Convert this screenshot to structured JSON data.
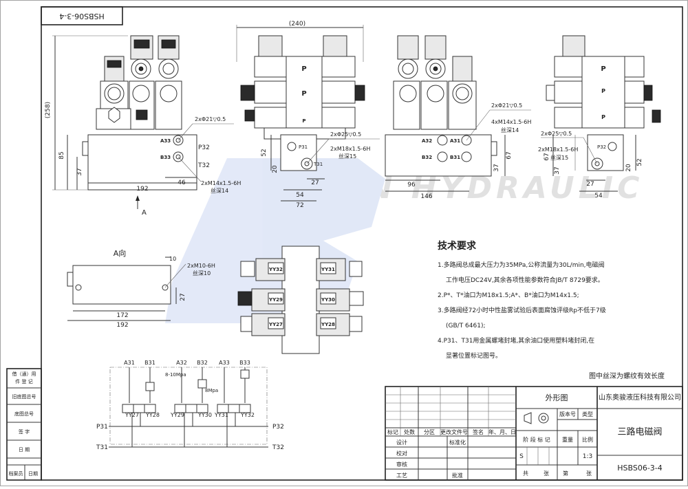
{
  "drawing": {
    "code_rotated": "HSBS06-3-4",
    "watermark": "BOXIN HYDRAULIC",
    "view_a_arrow": "A",
    "view_a_title": "A向"
  },
  "dims": {
    "d240": "(240)",
    "d258": "(258)",
    "d85": "85",
    "d37a": "37",
    "d192a": "192",
    "d46": "46",
    "d52a": "52",
    "d20a": "20",
    "d27a": "27",
    "d54a": "54",
    "d72": "72",
    "d96": "96",
    "d146": "146",
    "d67a": "67",
    "d37b": "37",
    "d67b": "67",
    "d37c": "37",
    "d27b": "27",
    "d54b": "54",
    "d52b": "52",
    "d20b": "20",
    "d10": "10",
    "d27c": "27",
    "d172": "172",
    "d192b": "192"
  },
  "callouts": {
    "c_21a": "2xΦ21▽0.5",
    "c_m14a": "2xM14x1.5-6H",
    "c_m14a_depth": "丝深14",
    "c_25a": "2xΦ25▽0.5",
    "c_m18a": "2xM18x1.5-6H",
    "c_m18a_depth": "丝深15",
    "c_21b": "2xΦ21▽0.5",
    "c_m14b": "4xM14x1.5-6H",
    "c_m14b_depth": "丝深14",
    "c_25b": "2xΦ25▽0.5",
    "c_m18b": "2xM18x1.5-6H",
    "c_m18b_depth": "丝深15",
    "c_m10": "2xM10-6H",
    "c_m10_depth": "丝深10"
  },
  "ports": {
    "p32": "P32",
    "t32": "T32",
    "a33": "A33",
    "b33": "B33",
    "p31": "P31",
    "t31": "T31",
    "a32": "A32",
    "b32": "B32",
    "a31": "A31",
    "b31": "B31",
    "p32b": "P32",
    "p": "P"
  },
  "coils": [
    "YY32",
    "YY31",
    "YY29",
    "YY30",
    "YY27",
    "YY28"
  ],
  "schematic": {
    "a31": "A31",
    "b31": "B31",
    "a32": "A32",
    "b32": "B32",
    "a33": "A33",
    "b33": "B33",
    "pressure_1": "8-10Mpa",
    "pressure_2": "8Mpa",
    "yy27": "YY27",
    "yy28": "YY28",
    "yy29": "YY29",
    "yy30": "YY30",
    "yy31": "YY31",
    "yy32": "YY32",
    "p31": "P31",
    "t31": "T31",
    "p32": "P32",
    "t32": "T32"
  },
  "requirements": {
    "title": "技术要求",
    "items": [
      "1.多路阀总成最大压力为35MPa,公称流量为30L/min,电磁阀",
      "工作电压DC24V,其余各项性能参数符合JB/T 8729要求。",
      "2.P*、T*油口为M18x1.5;A*、B*油口为M14x1.5;",
      "3.多路阀经72小时中性盐雾试验后表面腐蚀评级Rp不低于7级",
      "(GB/T 6461);",
      "4.P31、T31用金属螺堵封堵,其余油口使用塑料堵封闭,在",
      "显著位置标记图号。"
    ],
    "note": "图中丝深为螺纹有效长度"
  },
  "title_block": {
    "drawing_type": "外形图",
    "company": "山东奥骏液压科技有限公司",
    "version_no": "版本号",
    "type_label": "类型",
    "product": "三路电磁阀",
    "drawing_no": "HSBS06-3-4",
    "mark": "标记",
    "count": "处数",
    "zone": "分区",
    "change_doc": "更改文件号",
    "sign": "签名",
    "date_ymd": "年、月、日",
    "design": "设计",
    "standardize": "标准化",
    "check": "校对",
    "review": "审核",
    "process": "工艺",
    "approve": "批准",
    "stage_mark": "阶 段 标 记",
    "weight": "重量",
    "scale": "比例",
    "stage_s": "S",
    "scale_val": "1:3",
    "total": "共",
    "sheets": "张",
    "number": "第",
    "sheets2": "张"
  },
  "side_table": {
    "rows": [
      "借（通）用\n件 登 记",
      "旧底图总号",
      "底图总号",
      "签  字",
      "日  期"
    ],
    "bottom": [
      "档案员",
      "日期"
    ]
  }
}
